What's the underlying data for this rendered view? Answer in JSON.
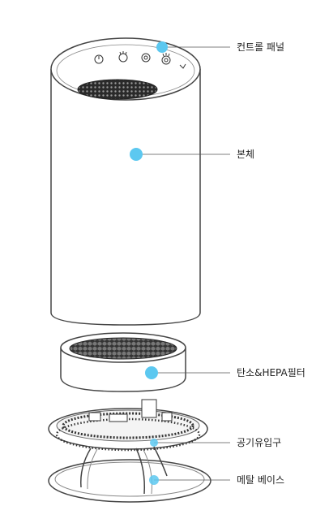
{
  "callouts": [
    {
      "id": "control-panel",
      "label": "컨트롤 패널"
    },
    {
      "id": "body",
      "label": "본체"
    },
    {
      "id": "filter",
      "label": "탄소&HEPA필터"
    },
    {
      "id": "air-inlet",
      "label": "공기유입구"
    },
    {
      "id": "metal-base",
      "label": "메탈 베이스"
    }
  ],
  "colors": {
    "marker": "#5cc8f0",
    "line": "#555555",
    "outline": "#444444"
  }
}
